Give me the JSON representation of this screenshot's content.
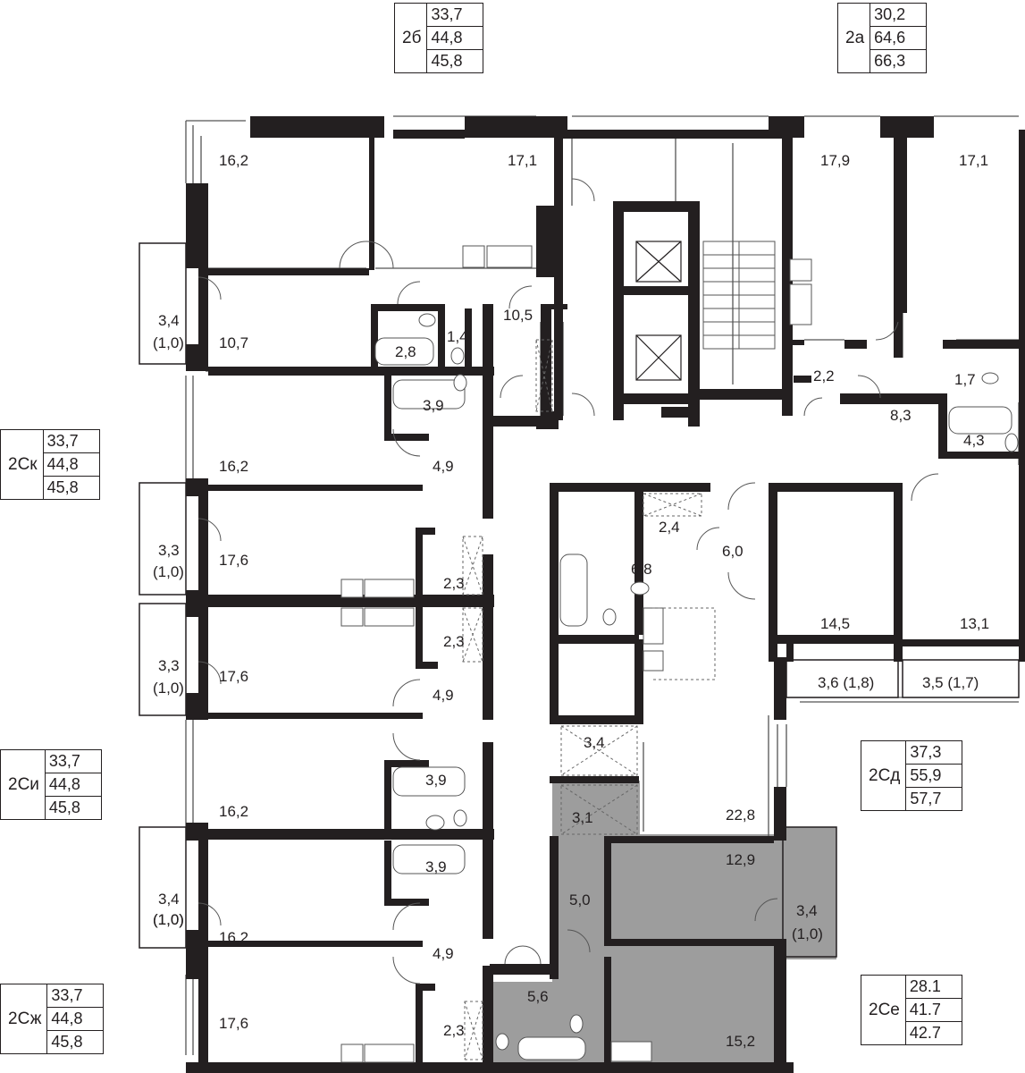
{
  "legends": [
    {
      "code": "2б",
      "values": [
        "33,7",
        "44,8",
        "45,8"
      ]
    },
    {
      "code": "2а",
      "values": [
        "30,2",
        "64,6",
        "66,3"
      ]
    },
    {
      "code": "2Ск",
      "values": [
        "33,7",
        "44,8",
        "45,8"
      ]
    },
    {
      "code": "2Си",
      "values": [
        "33,7",
        "44,8",
        "45,8"
      ]
    },
    {
      "code": "2Сж",
      "values": [
        "33,7",
        "44,8",
        "45,8"
      ]
    },
    {
      "code": "2Сд",
      "values": [
        "37,3",
        "55,9",
        "57,7"
      ]
    },
    {
      "code": "2Се",
      "values": [
        "28.1",
        "41.7",
        "42.7"
      ]
    }
  ],
  "room_labels": [
    "16,2",
    "17,1",
    "17,9",
    "17,1",
    "10,5",
    "3,4",
    "(1,0)",
    "10,7",
    "2,8",
    "1,4",
    "2,2",
    "1,7",
    "3,9",
    "8,3",
    "4,3",
    "16,2",
    "4,9",
    "2,4",
    "6,0",
    "3,3",
    "(1,0)",
    "17,6",
    "2,3",
    "6,8",
    "14,5",
    "13,1",
    "2,3",
    "3,3",
    "(1,0)",
    "17,6",
    "3,6 (1,8)",
    "3,5 (1,7)",
    "4,9",
    "3,4",
    "16,2",
    "3,9",
    "3,1",
    "22,8",
    "12,9",
    "3,9",
    "3,4",
    "(1,0)",
    "5,0",
    "(1,0)",
    "16,2",
    "3,4",
    "4,9",
    "(1,0)",
    "5,6",
    "17,6",
    "2,3",
    "15,2"
  ],
  "colors": {
    "wall": "#231f20",
    "highlight": "#9d9d9d",
    "line": "#555555"
  }
}
